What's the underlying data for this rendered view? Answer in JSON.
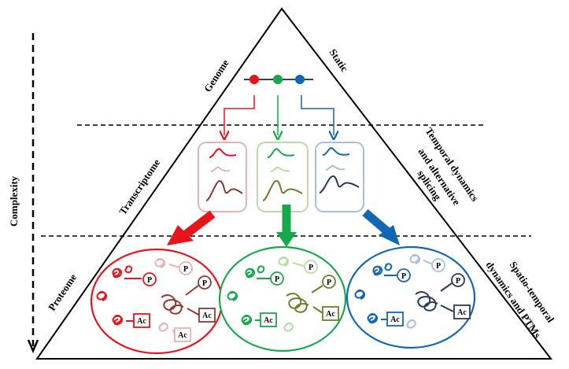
{
  "labels": {
    "genome": "Genome",
    "static": "Static",
    "transcriptome": "Transcriptome",
    "temporal_line1": "Temporal dynamics",
    "temporal_line2": "and alternative",
    "temporal_line3": "splicing",
    "proteome": "Proteome",
    "spatio_line1": "Spatio-temporal",
    "spatio_line2": "dynamics and PTMs",
    "complexity": "Complexity"
  },
  "ptm_marks": {
    "phospho": "P",
    "acetyl": "Ac"
  },
  "colors": {
    "red": "#e8131b",
    "red_light": "#e6b3b3",
    "red_dark": "#8b3a32",
    "green": "#16a94a",
    "green_light": "#b9dca6",
    "green_dark": "#6b7f2a",
    "blue": "#1167b4",
    "blue_light": "#a7bfe0",
    "blue_dark": "#2a3a5a",
    "black": "#000000"
  }
}
